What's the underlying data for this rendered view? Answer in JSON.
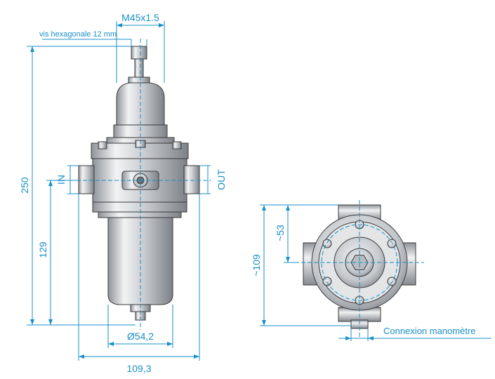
{
  "colors": {
    "dimension": "#1a8fc9",
    "outline": "#3a3a3a",
    "metal": "#d8dadd",
    "metal_dark": "#a9adb2"
  },
  "labels": {
    "thread": "M45x1.5",
    "hex_screw": "vis hexagonale 12 mm",
    "height_total": "250",
    "height_inlet": "129",
    "inlet": "IN",
    "outlet": "OUT",
    "bowl_diameter": "Ø54,2",
    "width": "109,3",
    "side_depth": "~109",
    "side_center": "~53",
    "gauge_port": "Connexion manomètre"
  }
}
